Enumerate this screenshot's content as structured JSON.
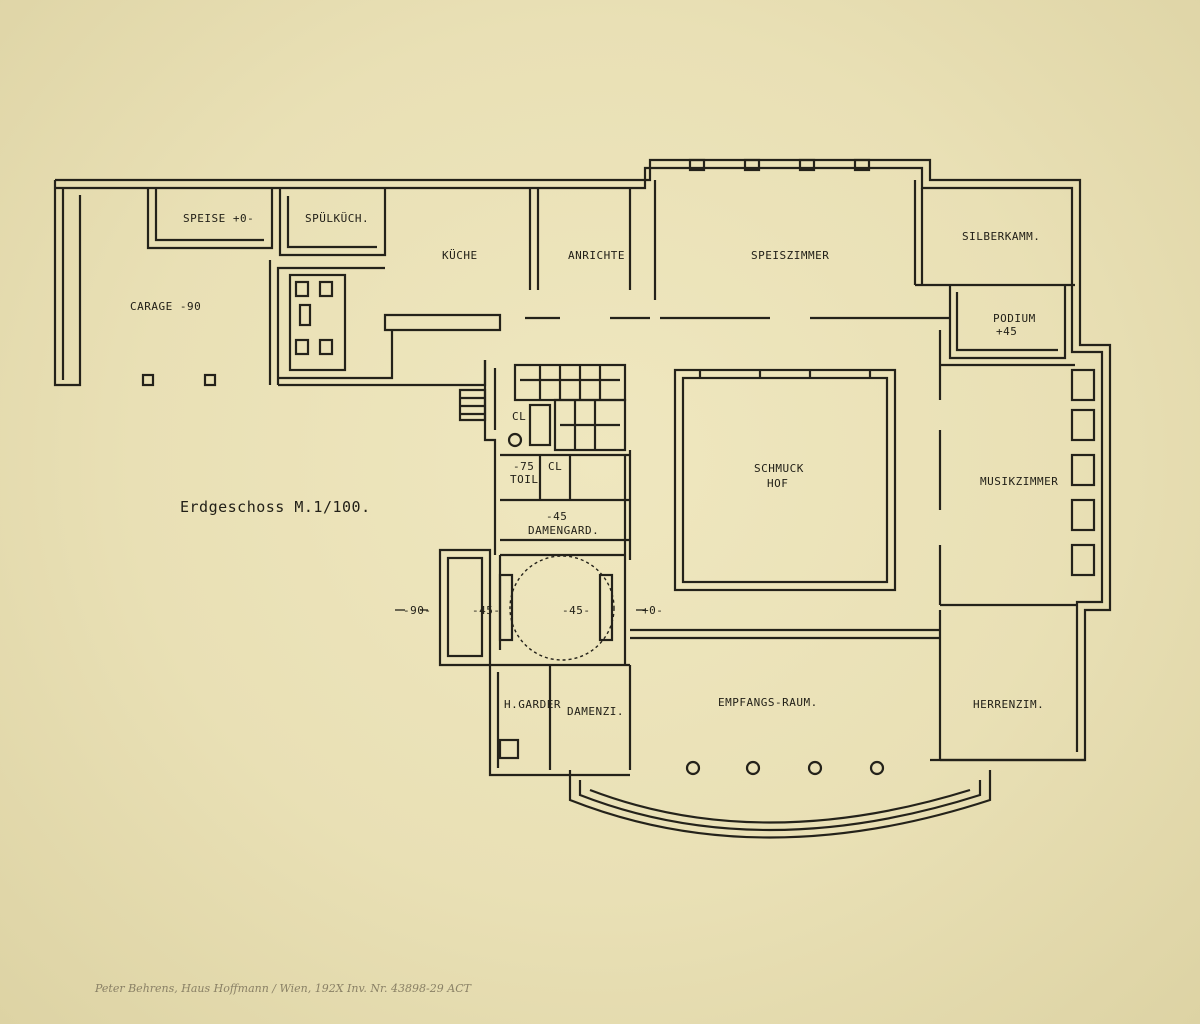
{
  "title": "Erdgeschoss M.1/100.",
  "rooms": {
    "garage": "CARAGE -90",
    "speise": "SPEISE +0-",
    "spuelkueche": "SPÜLKÜCH.",
    "kueche": "KÜCHE",
    "anrichte": "ANRICHTE",
    "speisezimmer": "SPEISZIMMER",
    "silberkammer": "SILBERKAMM.",
    "podium_name": "PODIUM",
    "podium_level": "+45",
    "cl_1": "CL",
    "cl_2": "CL",
    "toil_level": "-75",
    "toil": "TOIL",
    "schmuckhof_1": "SCHMUCK",
    "schmuckhof_2": "HOF",
    "musikzimmer": "MUSIKZIMMER",
    "damengard_level": "-45",
    "damengard": "DAMENGARD.",
    "level_minus90": "-90-",
    "level_45_left": "-45-",
    "level_45_hall": "-45-",
    "level_plus0": "+0-",
    "h_garder": "H.GARDER",
    "damenzi": "DAMENZI.",
    "empfangsraum": "EMPFANGS-RAUM.",
    "herrenzim": "HERRENZIM."
  },
  "footer_note": "Peter Behrens, Haus Hoffmann / Wien, 192X     Inv. Nr. 43898-29 ACT",
  "colors": {
    "paper": "#ece4b8",
    "ink": "#222018"
  }
}
